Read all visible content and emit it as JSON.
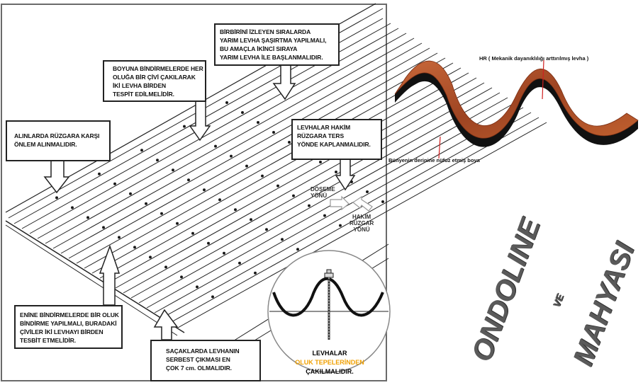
{
  "callouts": {
    "stagger": [
      "BİRBİRİNİ İZLEYEN SIRALARDA",
      "YARIM LEVHA ŞAŞIRTMA YAPILMALI,",
      "BU AMAÇLA İKİNCİ SIRAYA",
      "YARIM LEVHA İLE BAŞLANMALIDIR."
    ],
    "longitudinal": [
      "BOYUNA BİNDİRMELERDE HER",
      "OLUĞA BİR ÇİVİ ÇAKILARAK",
      "İKİ LEVHA BİRDEN",
      "TESPİT EDİLMELİDİR."
    ],
    "gable": [
      "ALINLARDA RÜZGARA KARŞI",
      "ÖNLEM ALINMALIDIR."
    ],
    "wind": [
      "LEVHALAR HAKİM",
      "RÜZGARA TERS",
      "YÖNDE KAPLANMALIDIR."
    ],
    "transverse": [
      "ENİNE BİNDİRMELERDE BİR OLUK",
      "BİNDİRME YAPILMALI, BURADAKİ",
      "ÇİVİLER İKİ LEVHAYI BİRDEN",
      "TESBİT ETMELİDİR."
    ],
    "eaves": [
      "SAÇAKLARDA LEVHANIN",
      "SERBEST ÇIKMASI EN",
      "ÇOK 7 cm. OLMALIDIR."
    ]
  },
  "direction_labels": {
    "laying": [
      "DÖŞEME",
      "YÖNÜ"
    ],
    "wind": [
      "HAKİM",
      "RÜZGAR",
      "YÖNÜ"
    ]
  },
  "detail": {
    "line1": "LEVHALAR",
    "highlight": "OLUK TEPELERİNDEN",
    "line3": "ÇAKILMALIDIR.",
    "highlight_color": "#f0a000"
  },
  "profile": {
    "top_label": "HR ( Mekanik dayanıklılığı arttırılmış levha )",
    "bottom_label": "Bünyenin derinine nüfuz etmiş boya",
    "color": "#b5562a"
  },
  "brand": {
    "word1": "ONDOLINE",
    "connector": "VE",
    "word2": "MAHYASI"
  }
}
